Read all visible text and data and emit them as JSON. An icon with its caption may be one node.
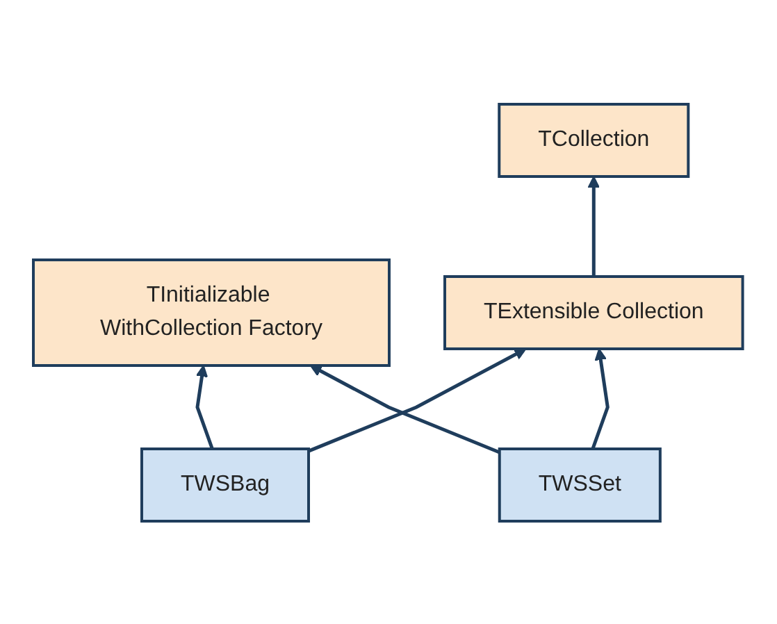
{
  "diagram": {
    "nodes": [
      {
        "text": [
          "TCollection"
        ]
      },
      {
        "text": [
          "TInitializable WithCollection Factory"
        ]
      },
      {
        "text": [
          "TExtensible Collection"
        ]
      },
      {
        "text": [
          "TWSBag"
        ]
      },
      {
        "text": [
          "TWSSet"
        ]
      }
    ],
    "edges": [
      {
        "from": 2,
        "to": 0,
        "arrow": "to"
      },
      {
        "from": 3,
        "to": 1,
        "arrow": "to"
      },
      {
        "from": 3,
        "to": 2,
        "arrow": "to"
      },
      {
        "from": 4,
        "to": 1,
        "arrow": "to"
      },
      {
        "from": 4,
        "to": 2,
        "arrow": "to"
      }
    ]
  }
}
